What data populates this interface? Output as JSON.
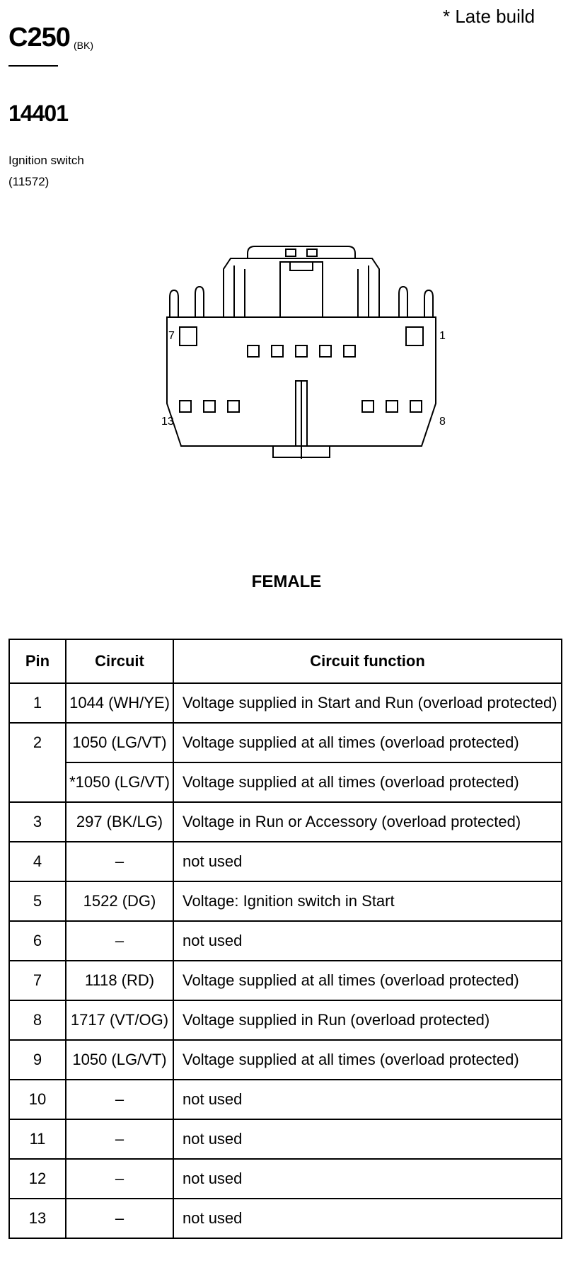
{
  "note": "*   Late build",
  "connector": {
    "code": "C250",
    "color": "(BK)",
    "part_number": "14401",
    "description": "Ignition switch",
    "description_code": "(11572)",
    "gender": "FEMALE",
    "pin_labels": {
      "top_left": "7",
      "top_right": "1",
      "bottom_left": "13",
      "bottom_right": "8"
    }
  },
  "table": {
    "headers": {
      "pin": "Pin",
      "circuit": "Circuit",
      "function": "Circuit function"
    },
    "rows": [
      {
        "pin": "1",
        "circuit": "1044 (WH/YE)",
        "function": "Voltage supplied in Start and Run (overload protected)"
      },
      {
        "pin": "2",
        "circuit": "1050 (LG/VT)",
        "function": "Voltage supplied at all times (overload protected)"
      },
      {
        "pin": "",
        "circuit": "*1050 (LG/VT)",
        "function": "Voltage supplied at all times (overload protected)"
      },
      {
        "pin": "3",
        "circuit": "297 (BK/LG)",
        "function": "Voltage in Run or Accessory (overload protected)"
      },
      {
        "pin": "4",
        "circuit": "–",
        "function": "not used"
      },
      {
        "pin": "5",
        "circuit": "1522 (DG)",
        "function": "Voltage: Ignition switch in Start"
      },
      {
        "pin": "6",
        "circuit": "–",
        "function": "not used"
      },
      {
        "pin": "7",
        "circuit": "1118 (RD)",
        "function": "Voltage supplied at all times (overload protected)"
      },
      {
        "pin": "8",
        "circuit": "1717 (VT/OG)",
        "function": "Voltage supplied in Run (overload protected)"
      },
      {
        "pin": "9",
        "circuit": "1050 (LG/VT)",
        "function": "Voltage supplied at all times (overload protected)"
      },
      {
        "pin": "10",
        "circuit": "–",
        "function": "not used"
      },
      {
        "pin": "11",
        "circuit": "–",
        "function": "not used"
      },
      {
        "pin": "12",
        "circuit": "–",
        "function": "not used"
      },
      {
        "pin": "13",
        "circuit": "–",
        "function": "not used"
      }
    ]
  }
}
